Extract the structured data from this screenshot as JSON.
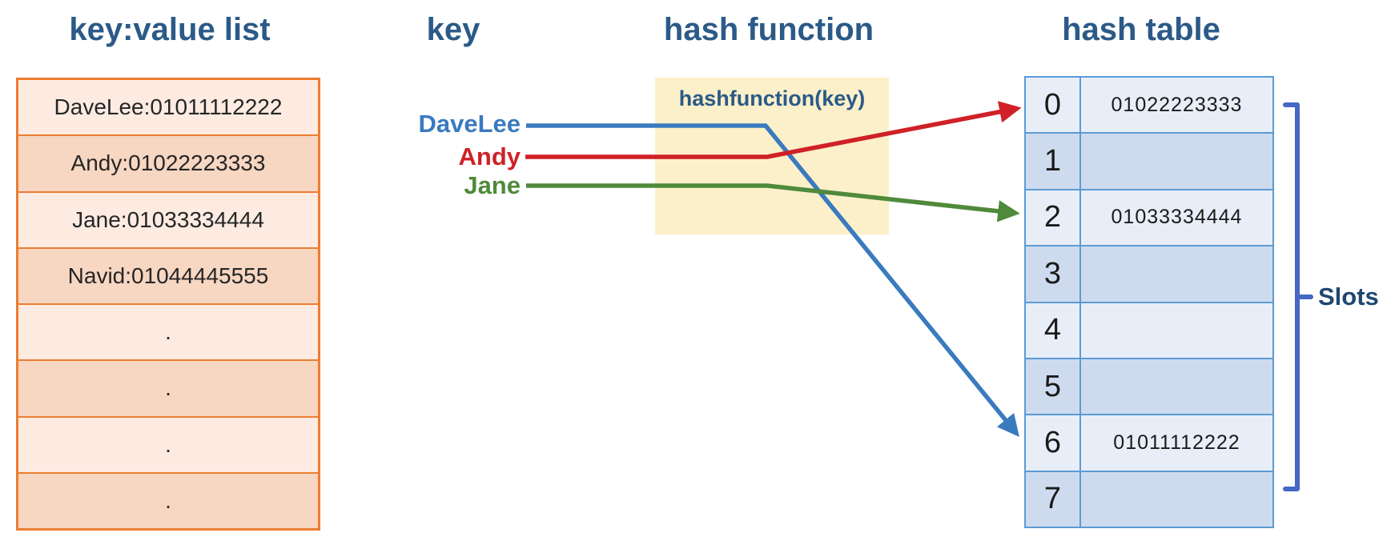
{
  "headings": {
    "kv_list": "key:value list",
    "key": "key",
    "hash_function": "hash function",
    "hash_table": "hash table"
  },
  "kv_list": {
    "rows": [
      "DaveLee:01011112222",
      "Andy:01022223333",
      "Jane:01033334444",
      "Navid:01044445555",
      ".",
      ".",
      ".",
      "."
    ]
  },
  "keys": [
    {
      "label": "DaveLee",
      "color": "#3a7abf",
      "hashes_to_slot": "6"
    },
    {
      "label": "Andy",
      "color": "#cf2127",
      "hashes_to_slot": "0"
    },
    {
      "label": "Jane",
      "color": "#4f8a3b",
      "hashes_to_slot": "2"
    }
  ],
  "hash_function_box": {
    "label": "hashfunction(key)",
    "background": "#fbf0c9"
  },
  "hash_table": {
    "slots": [
      {
        "index": "0",
        "value": "01022223333"
      },
      {
        "index": "1",
        "value": ""
      },
      {
        "index": "2",
        "value": "01033334444"
      },
      {
        "index": "3",
        "value": ""
      },
      {
        "index": "4",
        "value": ""
      },
      {
        "index": "5",
        "value": ""
      },
      {
        "index": "6",
        "value": "01011112222"
      },
      {
        "index": "7",
        "value": ""
      }
    ]
  },
  "slots_label": "Slots",
  "colors": {
    "heading": "#2b5a88",
    "key_blue": "#3a7abf",
    "key_red": "#cf2127",
    "key_green": "#4f8a3b",
    "bracket": "#4468c4",
    "kv_border": "#ed7d31",
    "kv_row_light": "#fdebe2",
    "kv_row_dark": "#f7d6c2",
    "ht_border": "#5b9bd5",
    "ht_row_light": "#e8eef7",
    "ht_row_dark": "#cedbee"
  }
}
